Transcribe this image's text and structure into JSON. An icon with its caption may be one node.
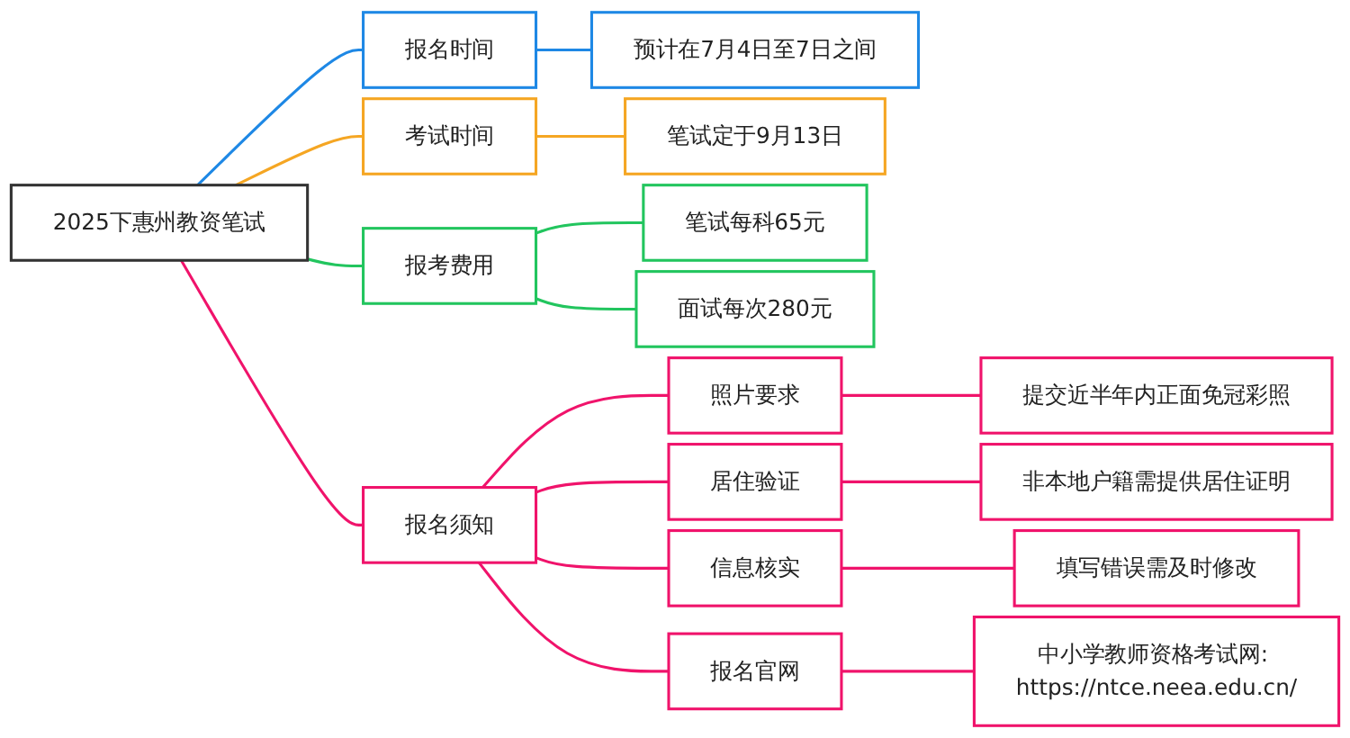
{
  "diagram": {
    "nodes": [
      {
        "text": [
          "2025下惠州教资笔试"
        ]
      },
      {
        "text": [
          "报名时间"
        ]
      },
      {
        "text": [
          "预计在7月4日至7日之间"
        ]
      },
      {
        "text": [
          "考试时间"
        ]
      },
      {
        "text": [
          "笔试定于9月13日"
        ]
      },
      {
        "text": [
          "报考费用"
        ]
      },
      {
        "text": [
          "笔试每科65元"
        ]
      },
      {
        "text": [
          "面试每次280元"
        ]
      },
      {
        "text": [
          "报名须知"
        ]
      },
      {
        "text": [
          "照片要求"
        ]
      },
      {
        "text": [
          "提交近半年内正面免冠彩照"
        ]
      },
      {
        "text": [
          "居住验证"
        ]
      },
      {
        "text": [
          "非本地户籍需提供居住证明"
        ]
      },
      {
        "text": [
          "信息核实"
        ]
      },
      {
        "text": [
          "填写错误需及时修改"
        ]
      },
      {
        "text": [
          "报名官网"
        ]
      },
      {
        "text": [
          "中小学教师资格考试网: https://ntce.neea.edu.cn/"
        ]
      }
    ],
    "edges": [
      {
        "from": 0,
        "to": 1,
        "arrow": "none",
        "color": "#1e88e5"
      },
      {
        "from": 1,
        "to": 2,
        "arrow": "none",
        "color": "#1e88e5"
      },
      {
        "from": 0,
        "to": 3,
        "arrow": "none",
        "color": "#f5a623"
      },
      {
        "from": 3,
        "to": 4,
        "arrow": "none",
        "color": "#f5a623"
      },
      {
        "from": 0,
        "to": 5,
        "arrow": "none",
        "color": "#22c55e"
      },
      {
        "from": 5,
        "to": 6,
        "arrow": "none",
        "color": "#22c55e"
      },
      {
        "from": 5,
        "to": 7,
        "arrow": "none",
        "color": "#22c55e"
      },
      {
        "from": 0,
        "to": 8,
        "arrow": "none"
      },
      {
        "from": 8,
        "to": 9,
        "arrow": "none"
      },
      {
        "from": 9,
        "to": 10,
        "arrow": "none"
      },
      {
        "from": 8,
        "to": 11,
        "arrow": "none"
      },
      {
        "from": 11,
        "to": 12,
        "arrow": "none"
      },
      {
        "from": 8,
        "to": 13,
        "arrow": "none"
      },
      {
        "from": 13,
        "to": 14,
        "arrow": "none"
      },
      {
        "from": 8,
        "to": 15,
        "arrow": "none"
      },
      {
        "from": 15,
        "to": 16,
        "arrow": "none"
      }
    ]
  }
}
